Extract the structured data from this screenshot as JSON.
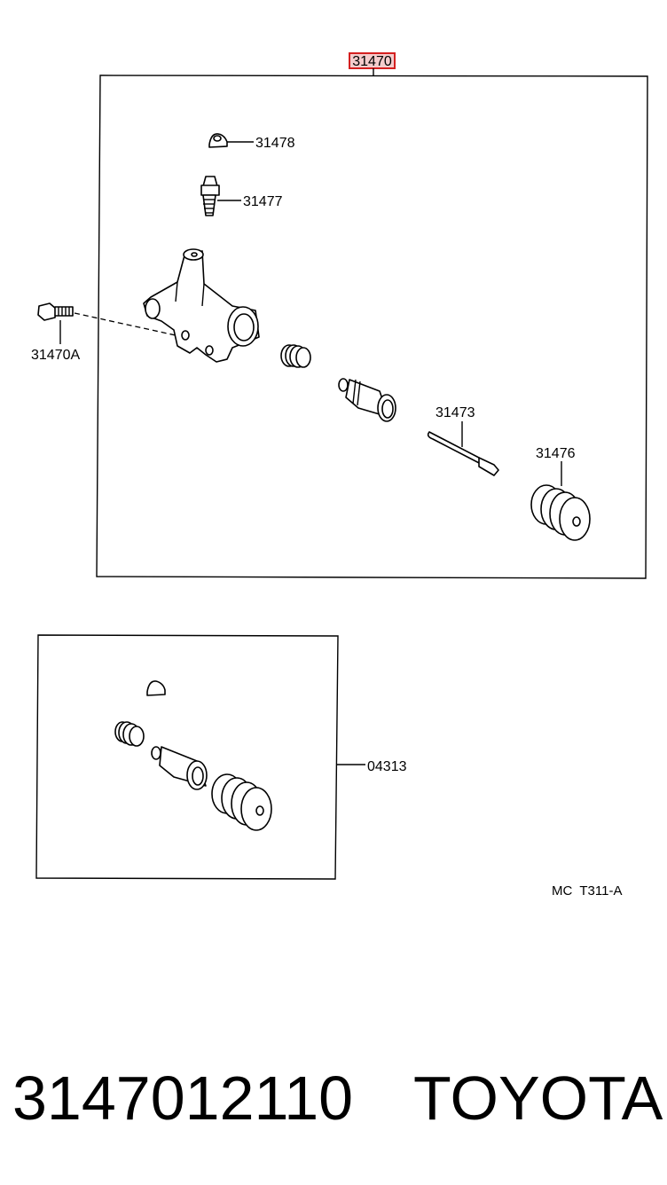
{
  "diagram": {
    "assembly_label": "31470",
    "parts": {
      "bleeder_cap": "31478",
      "bleeder_plug": "31477",
      "bolt": "31470A",
      "push_rod": "31473",
      "boot": "31476",
      "repair_kit": "04313"
    },
    "figure_code": "MC  T311-A"
  },
  "footer": {
    "part_number": "3147012110",
    "brand": "TOYOTA"
  },
  "colors": {
    "highlight_border": "#d42020",
    "highlight_fill": "#f4cccc",
    "line": "#000000"
  }
}
